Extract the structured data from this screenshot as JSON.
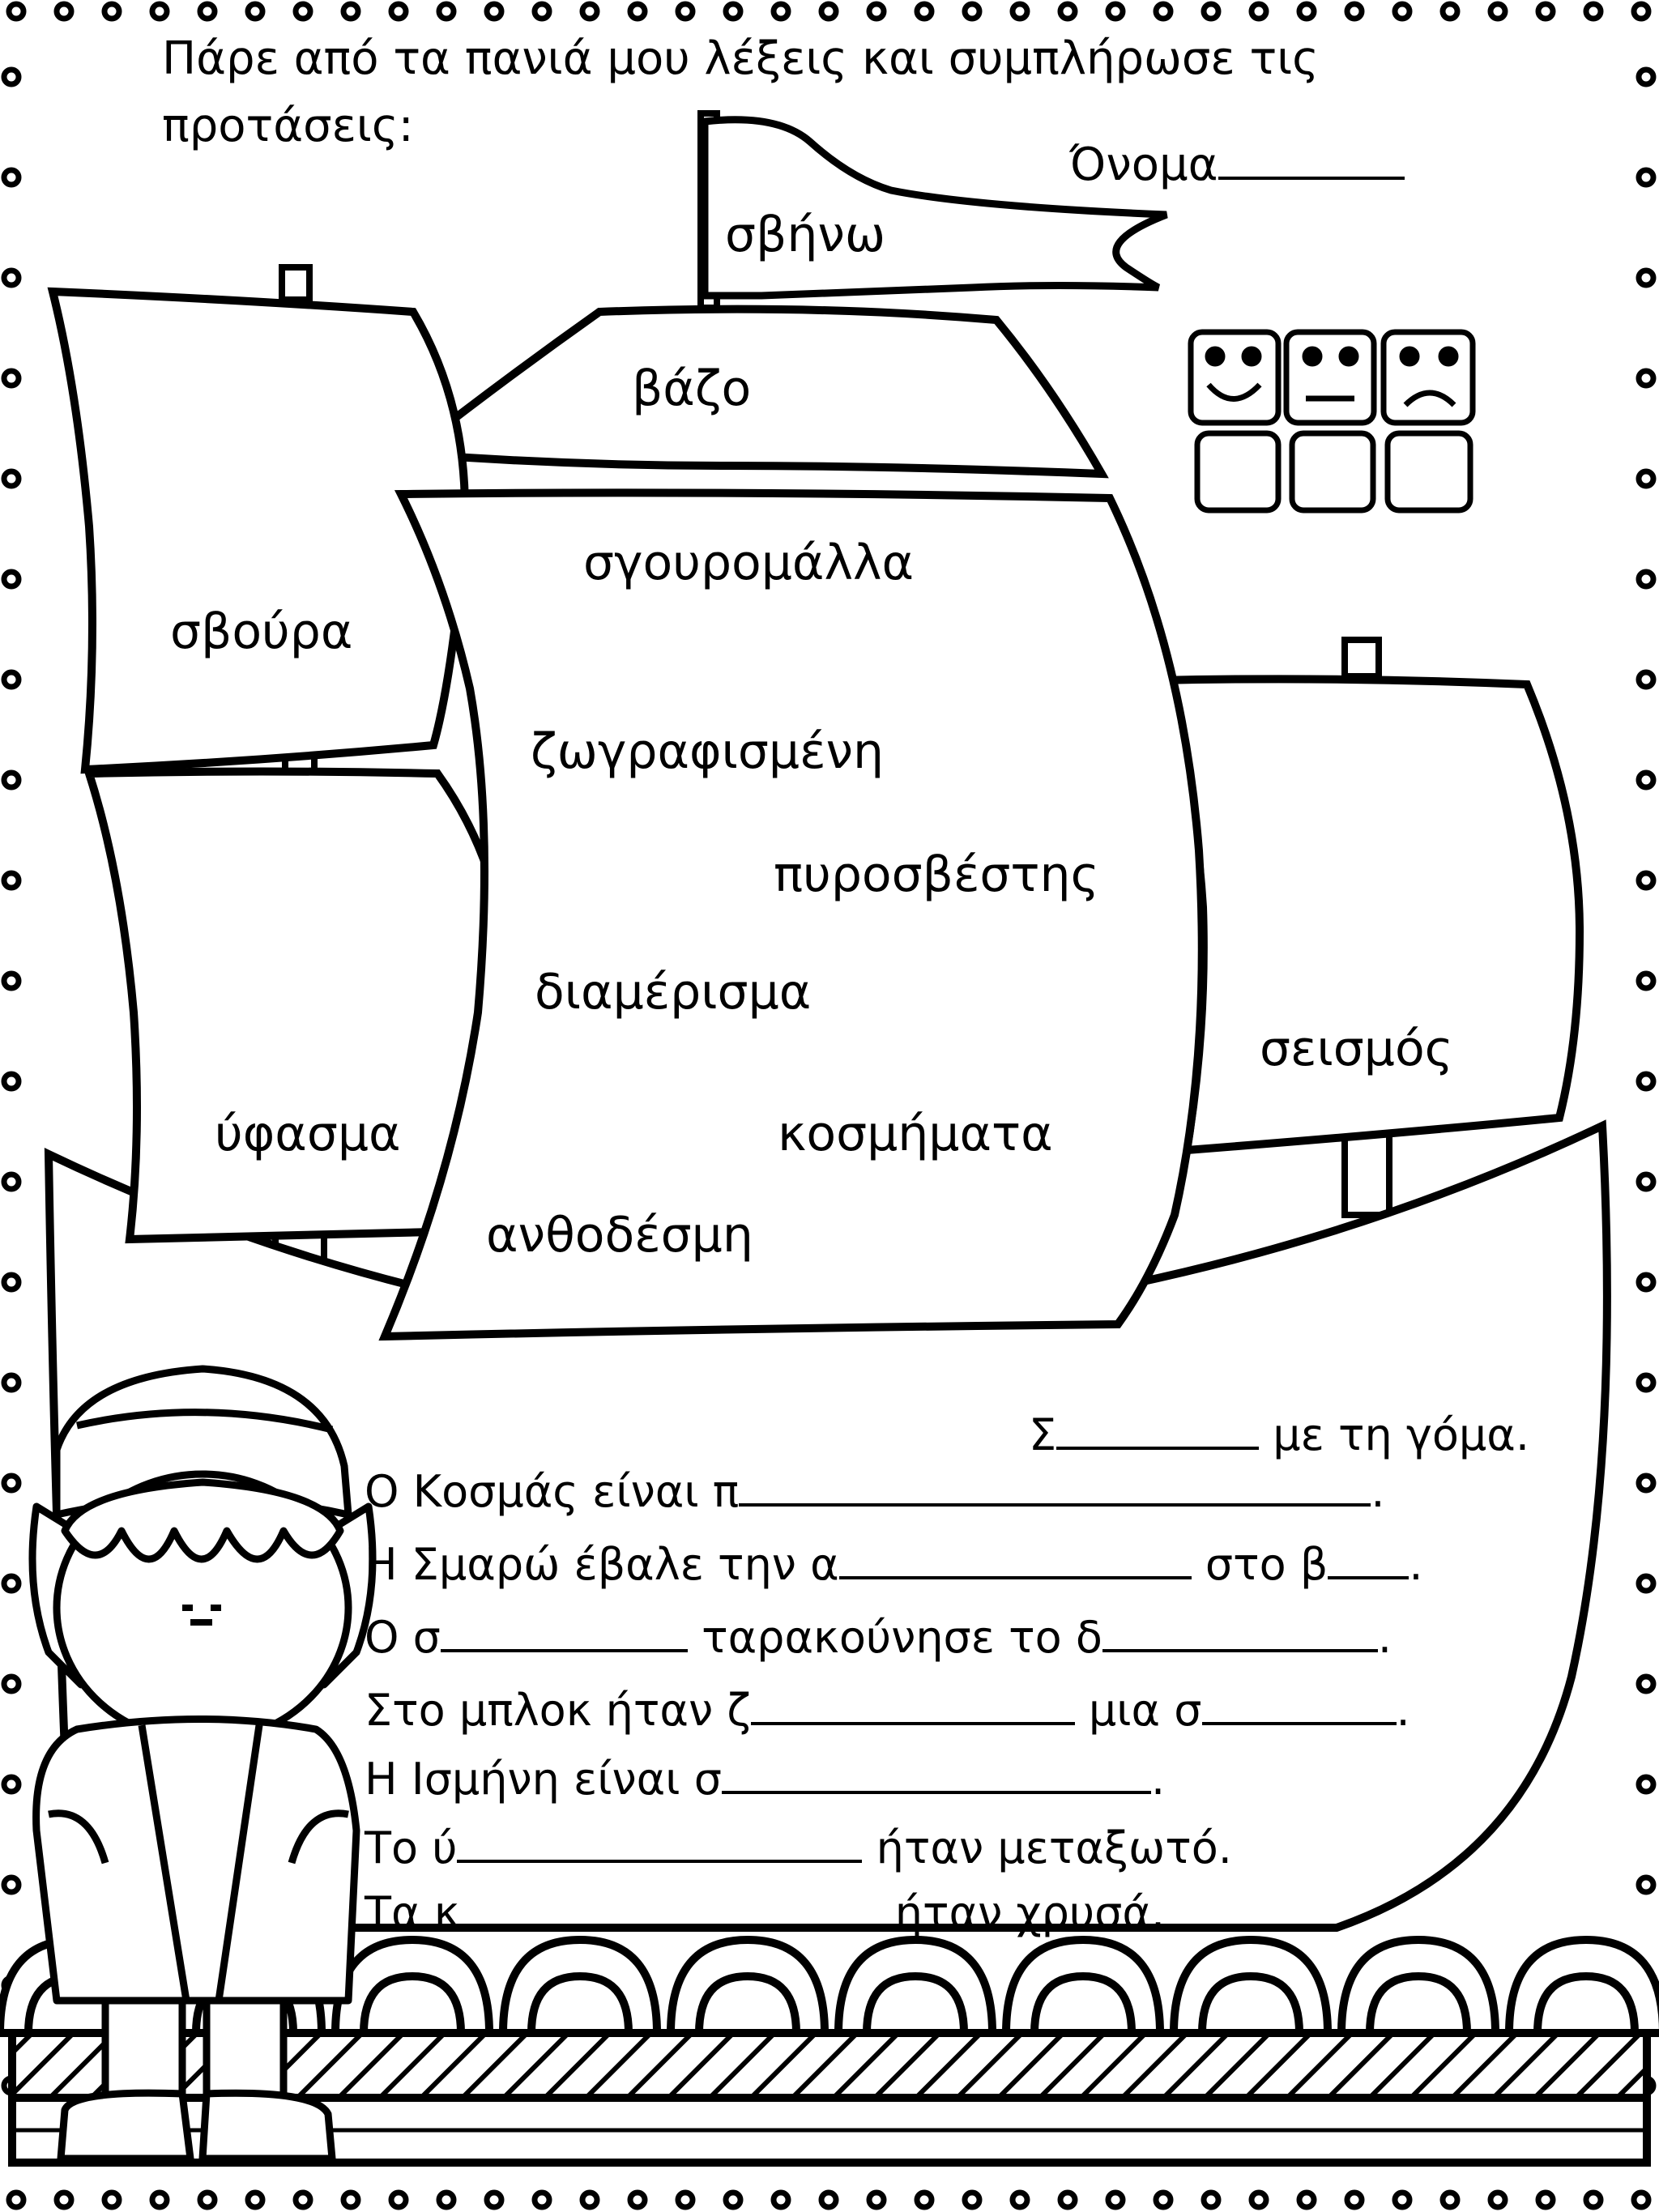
{
  "worksheet": {
    "instruction_line1": "Πάρε από τα πανιά μου λέξεις και συμπλήρωσε τις",
    "instruction_line2": "προτάσεις:",
    "name_label": "Όνομα"
  },
  "sail_words": {
    "flag": "σβήνω",
    "top_sail": "βάζο",
    "left_upper_sail": "σβούρα",
    "left_lower_sail": "ύφασμα",
    "right_sail": "σεισμός",
    "main_sail": [
      "σγουρομάλλα",
      "ζωγραφισμένη",
      "πυροσβέστης",
      "διαμέρισμα",
      "κοσμήματα",
      "ανθοδέσμη"
    ]
  },
  "self_assessment": {
    "faces": [
      "smiley-face-icon",
      "neutral-face-icon",
      "sad-face-icon"
    ]
  },
  "sentences": {
    "s1": {
      "start": "Σ",
      "end": "με τη γόμα."
    },
    "s2": {
      "start": "Ο Κοσμάς είναι π",
      "end": "."
    },
    "s3": {
      "start": "Η Σμαρώ έβαλε την α",
      "mid": "στο β",
      "end": "."
    },
    "s4": {
      "start": "Ο σ",
      "mid": "ταρακούνησε το δ",
      "end": "."
    },
    "s5": {
      "start": "Στο μπλοκ ήταν ζ",
      "mid": "μια σ",
      "end": "."
    },
    "s6": {
      "start": "Η Ισμήνη είναι σ",
      "end": "."
    },
    "s7": {
      "start": "Το ύ",
      "end": "ήταν μεταξωτό."
    },
    "s8": {
      "start": "Τα κ",
      "end": "ήταν χρυσά."
    }
  },
  "colors": {
    "ink": "#000000",
    "paper": "#ffffff"
  }
}
